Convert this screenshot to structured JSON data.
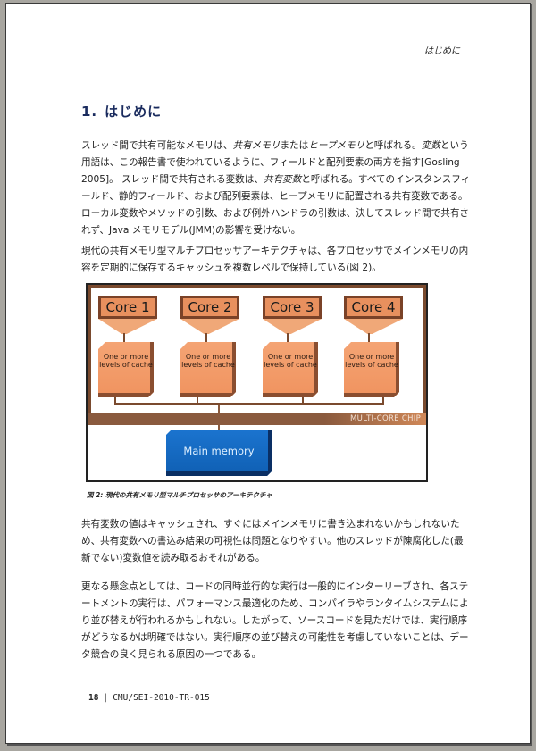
{
  "header": {
    "running_title": "はじめに"
  },
  "section": {
    "number": "1.",
    "title": "はじめに"
  },
  "paragraphs": {
    "p1": {
      "a": "スレッド間で共有可能なメモリは、",
      "b": "共有メモリ",
      "c": "または",
      "d": "ヒープメモリ",
      "e": "と呼ばれる。",
      "f": "変数",
      "g": "という用語は、この報告書で使われているように、フィールドと配列要素の両方を指す[Gosling 2005]。 スレッド間で共有される変数は、",
      "h": "共有変数",
      "i": "と呼ばれる。すべてのインスタンスフィールド、静的フィールド、および配列要素は、ヒープメモリに配置される共有変数である。ローカル変数やメソッドの引数、および例外ハンドラの引数は、決してスレッド間で共有されず、Java メモリモデル(JMM)の影響を受けない。"
    },
    "p2": "現代の共有メモリ型マルチプロセッサアーキテクチャは、各プロセッサでメインメモリの内容を定期的に保存するキャッシュを複数レベルで保持している(図 2)。",
    "p3": "共有変数の値はキャッシュされ、すぐにはメインメモリに書き込まれないかもしれないため、共有変数への書込み結果の可視性は問題となりやすい。他のスレッドが陳腐化した(最新でない)変数値を読み取るおそれがある。",
    "p4": "更なる懸念点としては、コードの同時並行的な実行は一般的にインターリーブされ、各ステートメントの実行は、パフォーマンス最適化のため、コンパイラやランタイムシステムにより並び替えが行われるかもしれない。したがって、ソースコードを見ただけでは、実行順序がどうなるかは明確ではない。実行順序の並び替えの可能性を考慮していないことは、データ競合の良く見られる原因の一つである。"
  },
  "figure": {
    "cores": [
      {
        "label": "Core 1",
        "cache": "One or more levels of cache"
      },
      {
        "label": "Core 2",
        "cache": "One or more levels of cache"
      },
      {
        "label": "Core 3",
        "cache": "One or more levels of cache"
      },
      {
        "label": "Core 4",
        "cache": "One or more levels of cache"
      }
    ],
    "chip_label": "MULTI-CORE CHIP",
    "memory_label": "Main memory",
    "caption": "図 2: 現代の共有メモリ型マルチプロセッサのアーキテクチャ",
    "colors": {
      "core_fill": "#e8905e",
      "core_border": "#7a4228",
      "chip_bar": "#8a5a3e",
      "memory_fill": "#1b74cf"
    }
  },
  "footer": {
    "page_number": "18",
    "separator": "|",
    "report_id": "CMU/SEI-2010-TR-015"
  }
}
